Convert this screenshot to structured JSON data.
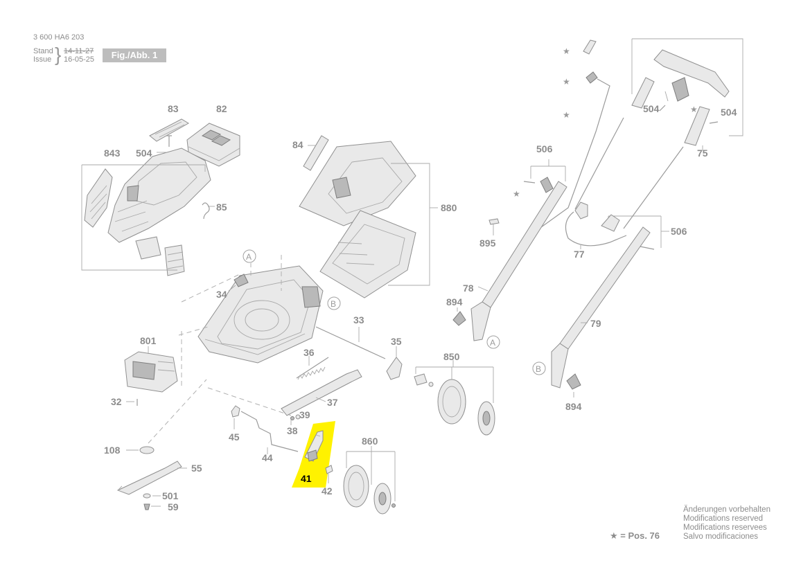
{
  "header": {
    "doc_number": "3 600 HA6 203",
    "stand_label": "Stand",
    "issue_label": "Issue",
    "stand_date": "14-11-27",
    "issue_date": "16-05-25",
    "figure_label": "Fig./Abb. 1"
  },
  "parts": {
    "p83": "83",
    "p82": "82",
    "p843": "843",
    "p504a": "504",
    "p85": "85",
    "p84": "84",
    "p880": "880",
    "p34": "34",
    "p33": "33",
    "p35": "35",
    "p801": "801",
    "p36": "36",
    "p37": "37",
    "p32": "32",
    "p39": "39",
    "p38": "38",
    "p45": "45",
    "p44": "44",
    "p41": "41",
    "p42": "42",
    "p108": "108",
    "p55": "55",
    "p501": "501",
    "p59": "59",
    "p850": "850",
    "p860": "860",
    "p506a": "506",
    "p506b": "506",
    "p895": "895",
    "p77": "77",
    "p78": "78",
    "p894a": "894",
    "p894b": "894",
    "p79": "79",
    "p504b": "504",
    "p504c": "504",
    "p75": "75"
  },
  "callouts": {
    "a": "A",
    "b": "B"
  },
  "highlight_color": "#fff200",
  "legend": {
    "star": "★",
    "text": "= Pos. 76"
  },
  "notes": [
    "Änderungen vorbehalten",
    "Modifications reserved",
    "Modifications reservees",
    "Salvo modificaciones"
  ]
}
